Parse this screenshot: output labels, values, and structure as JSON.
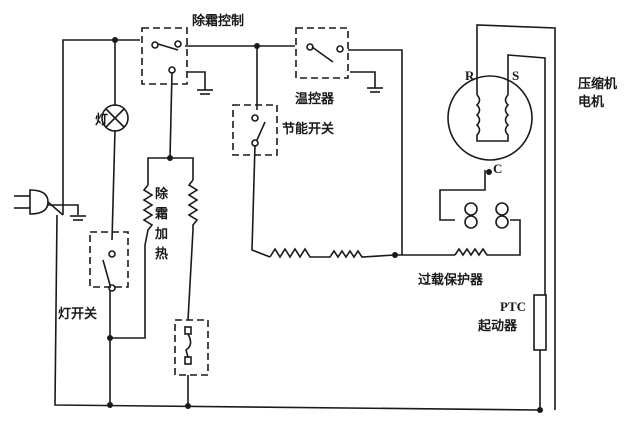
{
  "title": "电冰箱电路图",
  "labels": {
    "defrost_control": "除霜控制",
    "thermostat": "温控器",
    "lamp": "灯",
    "energy_switch": "节能开关",
    "defrost_heater": [
      "除",
      "霜",
      "加",
      "热"
    ],
    "lamp_switch": "灯开关",
    "compressor_motor_line1": "压缩机",
    "compressor_motor_line2": "电机",
    "terminal_r": "R",
    "terminal_s": "S",
    "terminal_c": "C",
    "overload_protector": "过载保护器",
    "ptc_line1": "PTC",
    "ptc_line2": "起动器"
  }
}
